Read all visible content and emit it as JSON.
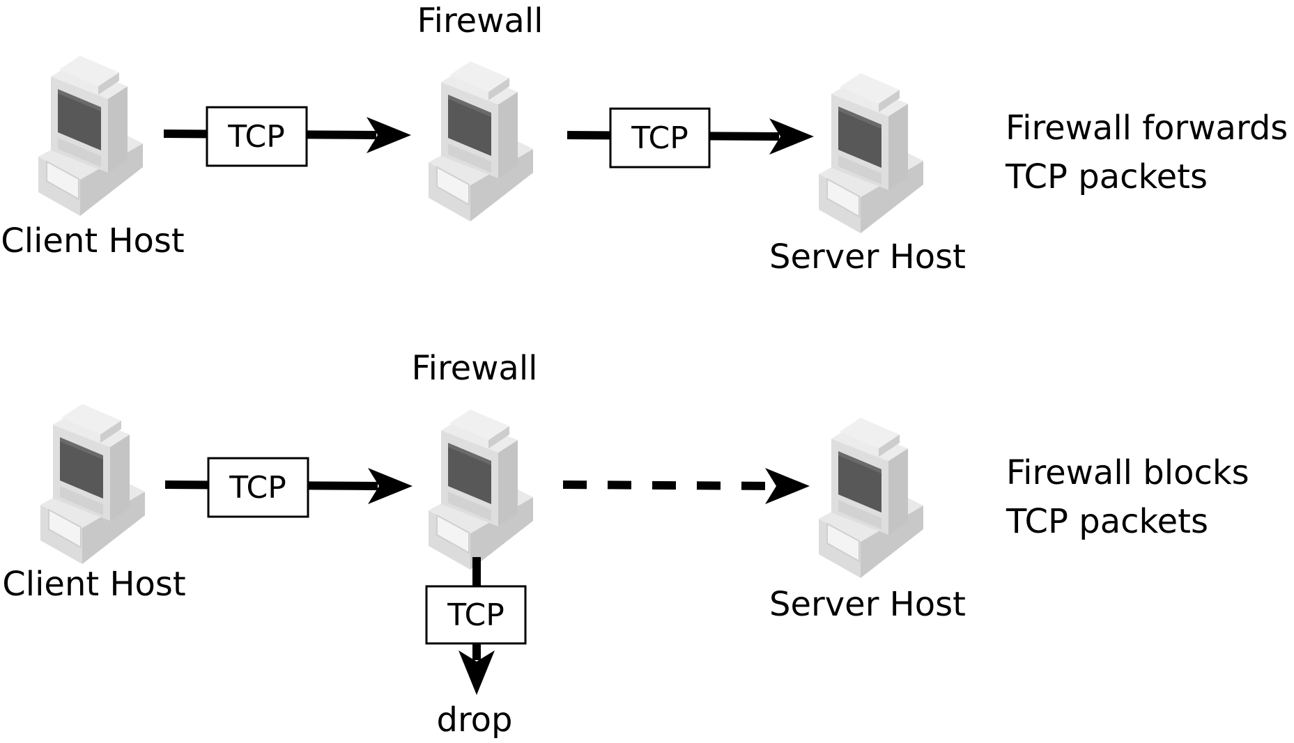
{
  "scenario_forward": {
    "firewall_label": "Firewall",
    "client_label": "Client Host",
    "server_label": "Server Host",
    "packet_1": "TCP",
    "packet_2": "TCP",
    "caption_line1": "Firewall forwards",
    "caption_line2": "TCP packets"
  },
  "scenario_block": {
    "firewall_label": "Firewall",
    "client_label": "Client Host",
    "server_label": "Server Host",
    "packet_1": "TCP",
    "packet_dropped": "TCP",
    "drop_label": "drop",
    "caption_line1": "Firewall blocks",
    "caption_line2": "TCP packets"
  },
  "colors": {
    "computer_light": "#e6e6e6",
    "computer_mid": "#cfcfcf",
    "computer_dark": "#bdbdbd",
    "screen": "#555555",
    "ink": "#000000"
  }
}
